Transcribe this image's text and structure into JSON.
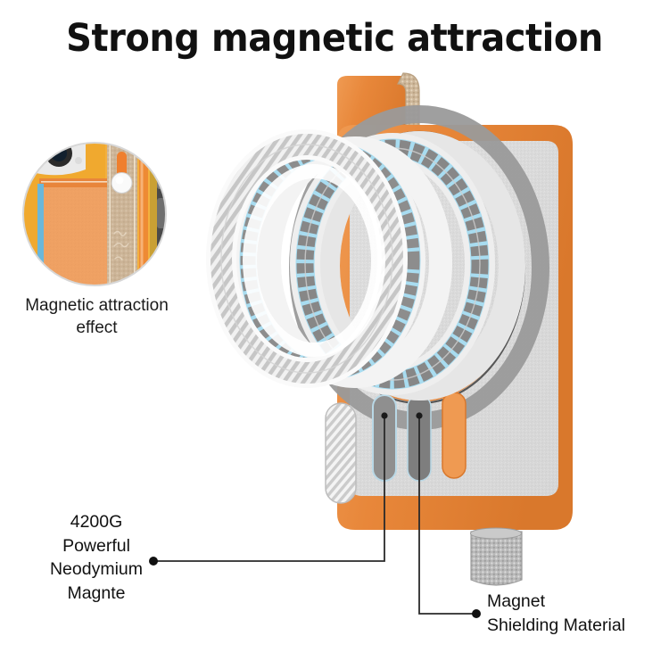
{
  "page": {
    "title": "Strong magnetic attraction",
    "background_color": "#ffffff"
  },
  "inset": {
    "caption_line1": "Magnetic attraction",
    "caption_line2": "effect",
    "photo_alt": "orange-leather-phone-case-with-strap"
  },
  "callouts": {
    "magnet": {
      "line1": "4200G",
      "line2": "Powerful",
      "line3": "Neodymium",
      "line4": "Magnte"
    },
    "shield": {
      "line1": "Magnet",
      "line2": "Shielding Material"
    }
  },
  "colors": {
    "orange": "#e8873a",
    "orange_dark": "#d9782c",
    "orange_light": "#f0a265",
    "panel_gray": "#d6d6d6",
    "panel_gray_light": "#e4e4e4",
    "magnet_gray": "#8d8d8d",
    "magnet_gray_dark": "#757575",
    "hatch_gray": "#c9c9c9",
    "ring_white": "#f2f2f2",
    "cyan_gap": "#9fd2e6",
    "strap_tan": "#d8c3a6",
    "strap_weave": "#b5b5b5",
    "leader_line": "#2a2a2a",
    "text": "#111111"
  },
  "graphics": {
    "phone_case": "orange-silicone-case",
    "inner_panel": "light-gray-textured-back-panel",
    "magnet_rings": "exploded-magsafe-ring-stack",
    "magnet_bars": "two-gray-pill-magnet-bars",
    "orange_pill": "orange-pill-slot",
    "shield_pill": "hatched-shielding-pill",
    "top_strap": "tan-woven-strap-loop",
    "bottom_strap": "gray-woven-strap-loop"
  }
}
